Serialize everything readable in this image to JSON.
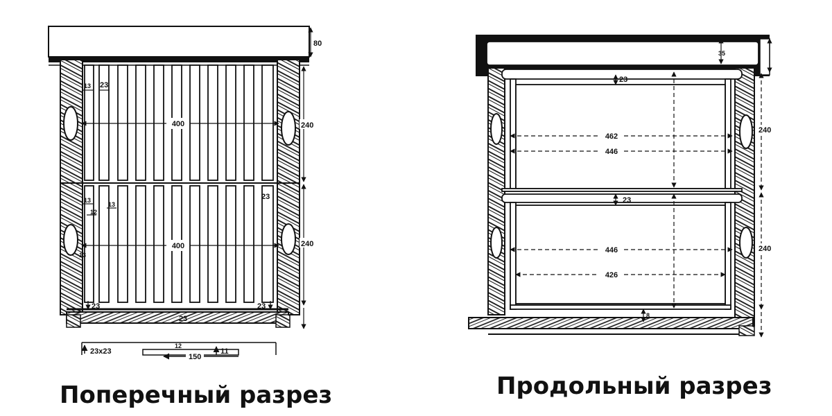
{
  "captions": {
    "cross_section": "Поперечный разрез",
    "longitudinal_section": "Продольный разрез"
  },
  "cross_section": {
    "labels": {
      "roof_height": "80",
      "frame_width_upper": "400",
      "frame_width_lower": "400",
      "body_height_upper": "240",
      "body_height_lower": "240",
      "bar_width": "23",
      "slot_13_upper": "13",
      "slot_13_a": "13",
      "slot_12": "12",
      "slot_13_b": "13",
      "slot_13_c": "13",
      "side_23": "23",
      "bottom_23_left": "23",
      "bottom_23_right": "23",
      "bottom_center": "23",
      "detail_section": "23x23",
      "detail_12": "12",
      "detail_11": "11",
      "detail_150": "150"
    }
  },
  "longitudinal_section": {
    "labels": {
      "roof_gap": "35",
      "top_bar": "23",
      "inner_length_upper": "462",
      "frame_length_upper": "446",
      "mid_bar": "23",
      "frame_length_lower": "446",
      "inner_length_lower": "426",
      "body_height_upper": "240",
      "body_height_lower": "240",
      "bottom_gap": "8"
    }
  }
}
